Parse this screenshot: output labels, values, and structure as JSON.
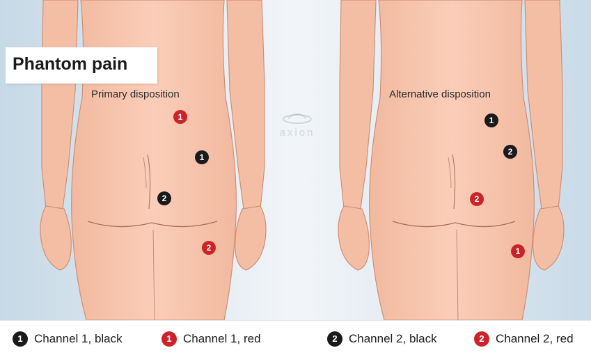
{
  "title": "Phantom pain",
  "panels": [
    {
      "caption": "Primary disposition"
    },
    {
      "caption": "Alternative disposition"
    }
  ],
  "watermark": "axion",
  "markers": [
    {
      "id": "p-red-1",
      "number": "1",
      "color": "red"
    },
    {
      "id": "p-black-1",
      "number": "1",
      "color": "black"
    },
    {
      "id": "p-black-2",
      "number": "2",
      "color": "black"
    },
    {
      "id": "p-red-2",
      "number": "2",
      "color": "red"
    },
    {
      "id": "a-black-1",
      "number": "1",
      "color": "black"
    },
    {
      "id": "a-black-2",
      "number": "2",
      "color": "black"
    },
    {
      "id": "a-red-2",
      "number": "2",
      "color": "red"
    },
    {
      "id": "a-red-1",
      "number": "1",
      "color": "red"
    }
  ],
  "legend": [
    {
      "number": "1",
      "color": "black",
      "label": "Channel 1, black"
    },
    {
      "number": "1",
      "color": "red",
      "label": "Channel 1, red"
    },
    {
      "number": "2",
      "color": "black",
      "label": "Channel 2, black"
    },
    {
      "number": "2",
      "color": "red",
      "label": "Channel 2, red"
    }
  ],
  "colors": {
    "red": "#cc2229",
    "black": "#1a1a1a",
    "skin": "#f7c4ad",
    "background": "#dbe7ef"
  }
}
